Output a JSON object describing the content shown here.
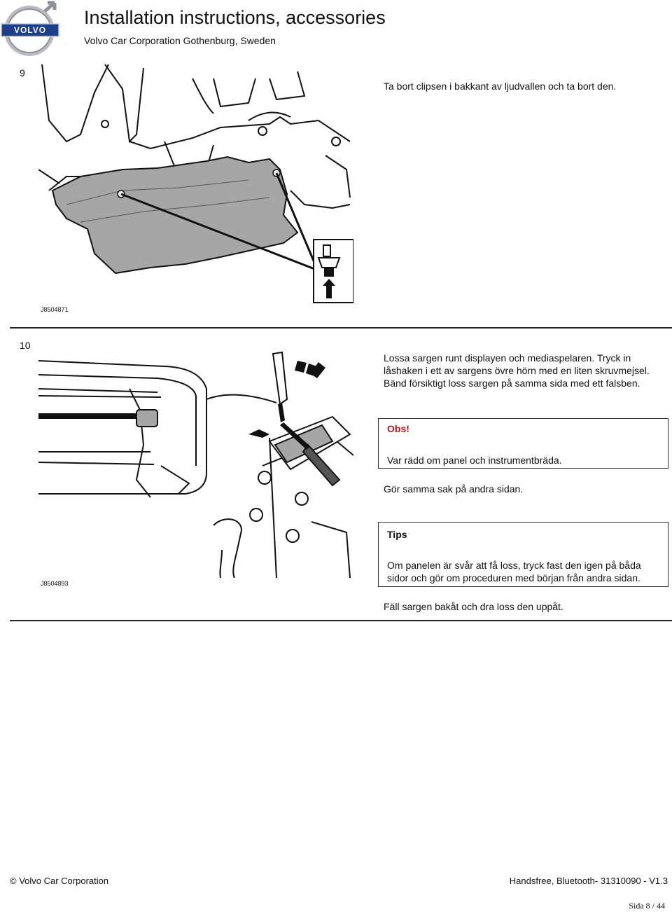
{
  "header": {
    "title": "Installation instructions, accessories",
    "subtitle": "Volvo Car Corporation Gothenburg, Sweden",
    "logo_text": "VOLVO"
  },
  "steps": [
    {
      "number": "9",
      "text": "Ta bort clipsen i bakkant av ljudvallen och ta bort den.",
      "figure_code": "J8504871"
    },
    {
      "number": "10",
      "text_lines": [
        "Lossa sargen runt displayen och mediaspelaren. Tryck in",
        "låshaken i ett av sargens övre hörn med en liten skruvmejsel.",
        "Bänd försiktigt loss sargen på samma sida med ett falsben."
      ],
      "figure_code": "J8504893",
      "obs": {
        "title": "Obs!",
        "body": "Var rädd om panel och instrumentbräda."
      },
      "same_other_side": "Gör samma sak på andra sidan.",
      "tips": {
        "title": "Tips",
        "body_lines": [
          "Om panelen är svår att få loss, tryck fast den igen på båda",
          "sidor och gör om proceduren med början från andra sidan."
        ]
      },
      "final": "Fäll sargen bakåt och dra loss den uppåt."
    }
  ],
  "footer": {
    "left": "© Volvo Car Corporation",
    "right": "Handsfree, Bluetooth- 31310090 - V1.3",
    "page": "Sida 8 / 44"
  },
  "colors": {
    "obs_title": "#c0141c",
    "panel_fill": "#a6a6a6"
  }
}
